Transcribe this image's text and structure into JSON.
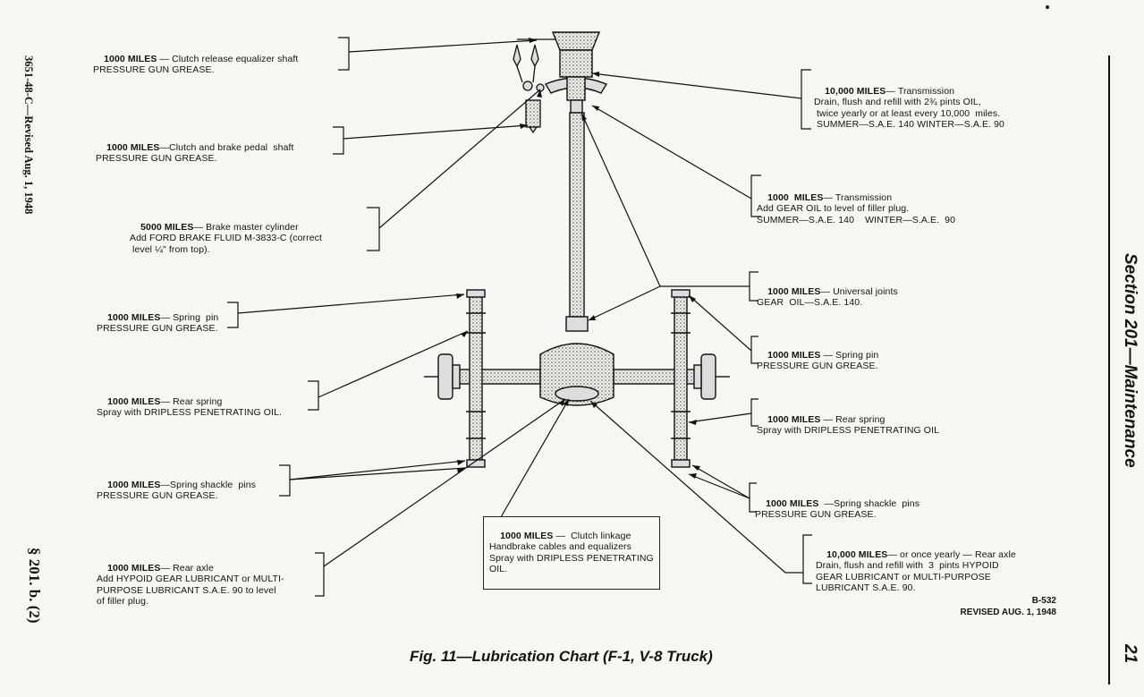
{
  "left_margin": {
    "doc_number": "3651-48-C—Revised Aug. 1, 1948",
    "section_ref": "§ 201. b. (2)"
  },
  "right_margin": {
    "section_title": "Section 201—Maintenance",
    "page_number": "21"
  },
  "labels": [
    {
      "id": "clutch-equalizer",
      "heading": "1000 MILES",
      "text": " — Clutch release equalizer shaft\nPRESSURE GUN GREASE."
    },
    {
      "id": "pedal-shaft",
      "heading": "1000 MILES",
      "text": "—Clutch and brake pedal  shaft\nPRESSURE GUN GREASE."
    },
    {
      "id": "master-cylinder",
      "heading": "5000 MILES",
      "text": "— Brake master cylinder\nAdd FORD BRAKE FLUID M-3833-C (correct\n level ¼\" from top)."
    },
    {
      "id": "spring-pin-left",
      "heading": "1000 MILES",
      "text": "— Spring  pin\nPRESSURE GUN GREASE."
    },
    {
      "id": "rear-spring-left",
      "heading": "1000 MILES",
      "text": "— Rear spring\nSpray with DRIPLESS PENETRATING OIL."
    },
    {
      "id": "shackle-left",
      "heading": "1000 MILES",
      "text": "—Spring shackle  pins\nPRESSURE GUN GREASE."
    },
    {
      "id": "rear-axle-left",
      "heading": "1000 MILES",
      "text": "— Rear axle\nAdd HYPOID GEAR LUBRICANT or MULTI-\nPURPOSE LUBRICANT S.A.E. 90 to level\nof filler plug."
    },
    {
      "id": "transmission-10000",
      "heading": "10,000 MILES",
      "text": "— Transmission\nDrain, flush and refill with 2¾ pints OIL,\n twice yearly or at least every 10,000  miles.\n SUMMER—S.A.E. 140 WINTER—S.A.E. 90"
    },
    {
      "id": "transmission-1000",
      "heading": "1000  MILES",
      "text": "— Transmission\nAdd GEAR OIL to level of filler plug.\nSUMMER—S.A.E. 140    WINTER—S.A.E.  90"
    },
    {
      "id": "universal-joints",
      "heading": "1000 MILES",
      "text": "— Universal joints\nGEAR  OIL—S.A.E. 140."
    },
    {
      "id": "spring-pin-right",
      "heading": "1000 MILES",
      "text": " — Spring pin\nPRESSURE GUN GREASE."
    },
    {
      "id": "rear-spring-right",
      "heading": "1000 MILES",
      "text": " — Rear spring\nSpray with DRIPLESS PENETRATING OIL"
    },
    {
      "id": "shackle-right",
      "heading": "1000 MILES",
      "text": "  —Spring shackle  pins\nPRESSURE GUN GREASE."
    },
    {
      "id": "rear-axle-right",
      "heading": "10,000 MILES",
      "text": "— or once yearly — Rear axle\nDrain, flush and refill with  3  pints HYPOID\nGEAR LUBRICANT or MULTI-PURPOSE\nLUBRICANT S.A.E. 90."
    },
    {
      "id": "clutch-linkage",
      "heading": "1000 MILES",
      "text": " —  Clutch linkage\nHandbrake cables and equalizers\nSpray with DRIPLESS PENETRATING\nOIL."
    }
  ],
  "reference": "B-532\nREVISED AUG. 1, 1948",
  "caption": "Fig. 11—Lubrication Chart (F-1, V-8 Truck)"
}
